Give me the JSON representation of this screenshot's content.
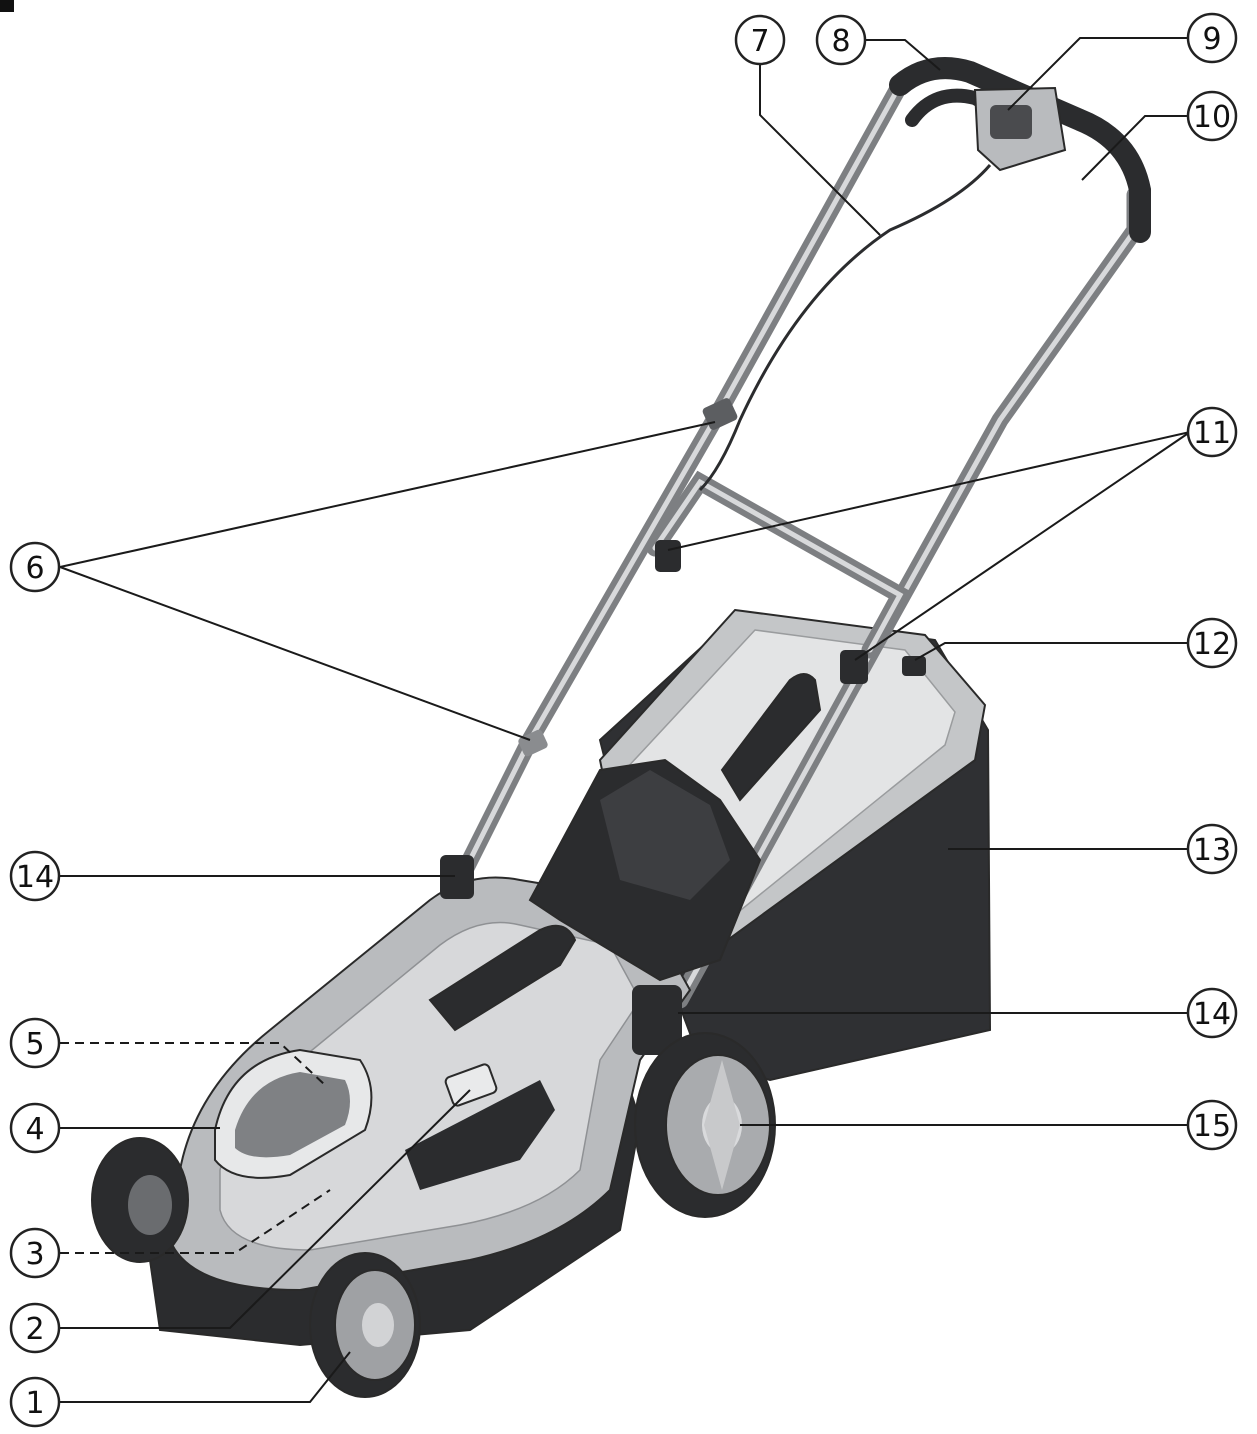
{
  "labels": [
    {
      "id": "1",
      "text": "1",
      "part": "front-wheel"
    },
    {
      "id": "2",
      "text": "2",
      "part": "height-adjust-lever"
    },
    {
      "id": "3",
      "text": "3",
      "part": "battery-latch"
    },
    {
      "id": "4",
      "text": "4",
      "part": "battery-cover"
    },
    {
      "id": "5",
      "text": "5",
      "part": "battery-compartment"
    },
    {
      "id": "6",
      "text": "6",
      "part": "handle-clamps"
    },
    {
      "id": "7",
      "text": "7",
      "part": "cable"
    },
    {
      "id": "8",
      "text": "8",
      "part": "safety-bar"
    },
    {
      "id": "9",
      "text": "9",
      "part": "switch-box"
    },
    {
      "id": "10",
      "text": "10",
      "part": "upper-handle"
    },
    {
      "id": "11",
      "text": "11",
      "part": "cable-clips"
    },
    {
      "id": "12",
      "text": "12",
      "part": "fill-indicator"
    },
    {
      "id": "13",
      "text": "13",
      "part": "grass-box"
    },
    {
      "id": "14",
      "text": "14",
      "part": "lower-handle-mount"
    },
    {
      "id": "15",
      "text": "15",
      "part": "rear-wheel"
    }
  ],
  "colors": {
    "deck_silver": "#b9bbbe",
    "deck_shadow": "#6f7174",
    "dark_plastic": "#2b2c2e",
    "grass_box": "#2f3033",
    "tube": "#7d7f82",
    "line": "#1a1a1a"
  }
}
